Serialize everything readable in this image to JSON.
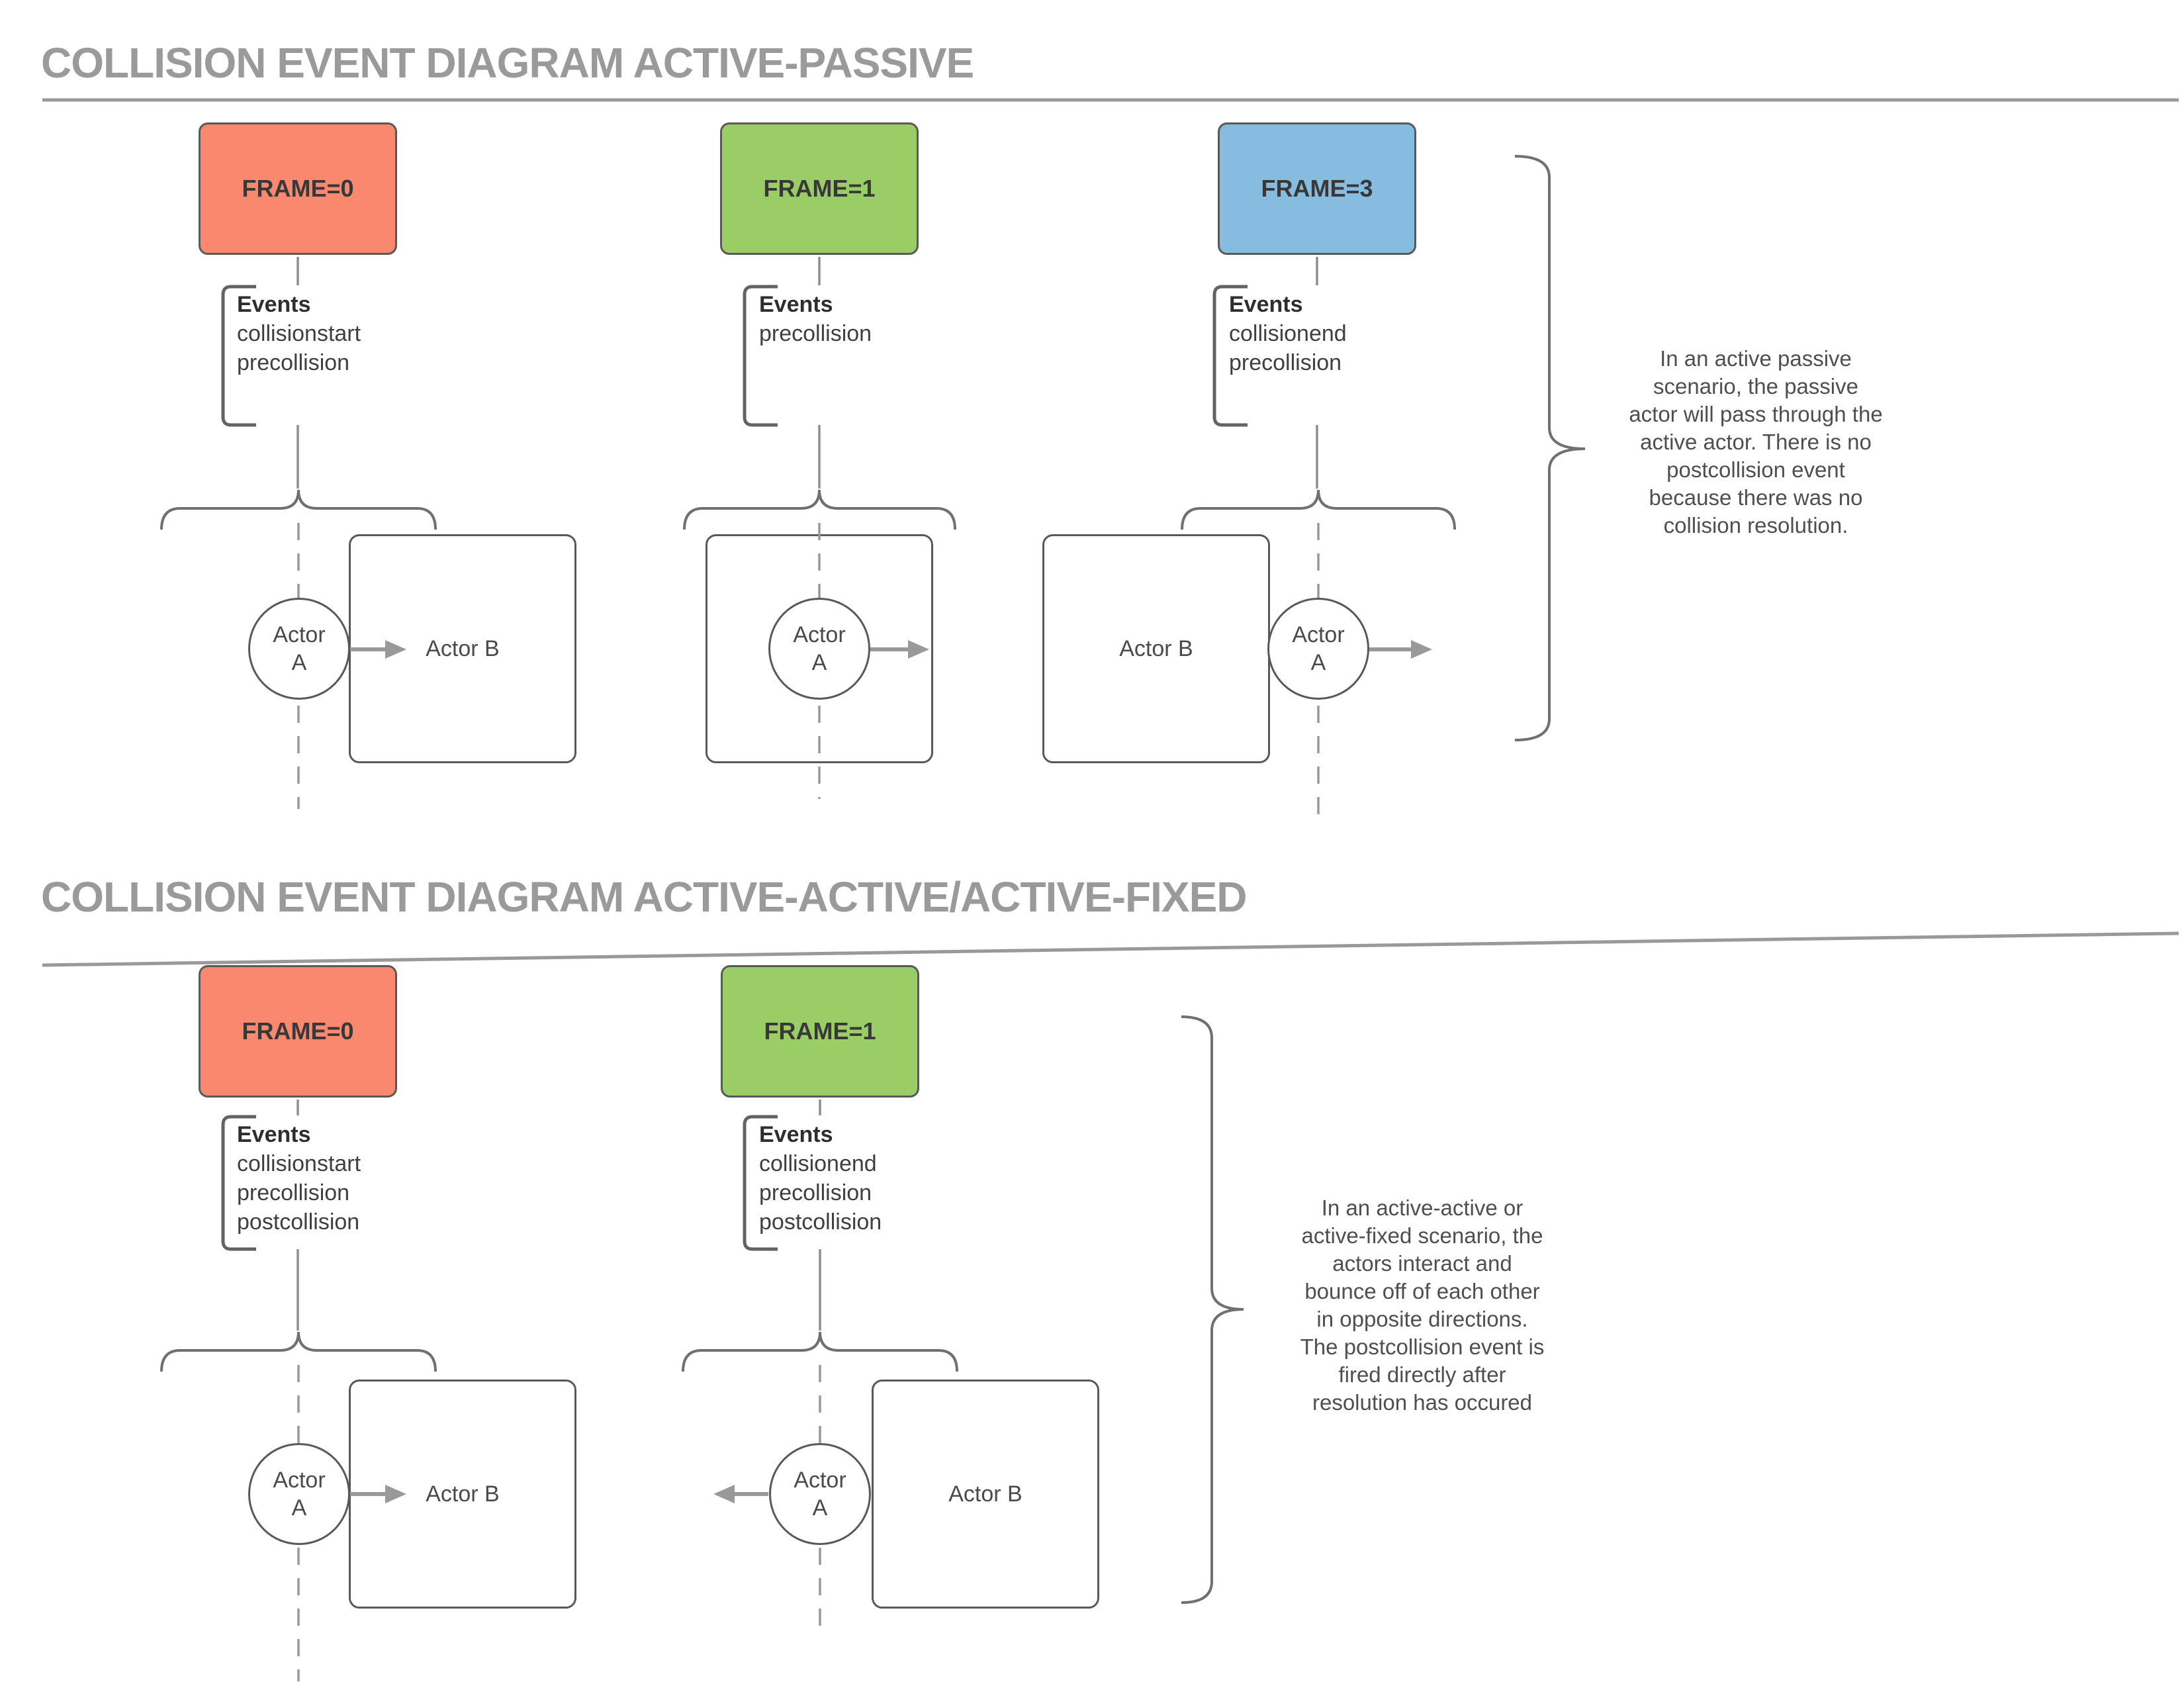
{
  "colors": {
    "frame_red": "#F9886F",
    "frame_green": "#9ACD66",
    "frame_blue": "#85BCE0",
    "node_stroke": "#595959",
    "line_gray": "#8F8F8F",
    "muted_gray": "#999999",
    "title_gray": "#9A9A9A"
  },
  "section1": {
    "title": "COLLISION EVENT DIAGRAM ACTIVE-PASSIVE",
    "columns": [
      {
        "frame": "FRAME=0",
        "events_title": "Events",
        "events": [
          "collisionstart",
          "precollision"
        ],
        "actor_a": "Actor A",
        "actor_b": "Actor B"
      },
      {
        "frame": "FRAME=1",
        "events_title": "Events",
        "events": [
          "precollision"
        ],
        "actor_a": "Actor A"
      },
      {
        "frame": "FRAME=3",
        "events_title": "Events",
        "events": [
          "collisionend",
          "precollision"
        ],
        "actor_a": "Actor A",
        "actor_b": "Actor B"
      }
    ],
    "note_lines": [
      "In an active passive",
      "scenario, the passive",
      "actor will pass through the",
      "active actor. There is no",
      "postcollision event",
      "because there was no",
      "collision resolution."
    ]
  },
  "section2": {
    "title": "COLLISION EVENT DIAGRAM ACTIVE-ACTIVE/ACTIVE-FIXED",
    "columns": [
      {
        "frame": "FRAME=0",
        "events_title": "Events",
        "events": [
          "collisionstart",
          "precollision",
          "postcollision"
        ],
        "actor_a": "Actor A",
        "actor_b": "Actor B"
      },
      {
        "frame": "FRAME=1",
        "events_title": "Events",
        "events": [
          "collisionend",
          "precollision",
          "postcollision"
        ],
        "actor_a": "Actor A",
        "actor_b": "Actor B"
      }
    ],
    "note_lines": [
      "In an active-active or",
      "active-fixed scenario, the",
      "actors interact and",
      "bounce off of each other",
      "in opposite directions.",
      "The postcollision event is",
      "fired directly after",
      "resolution has occured"
    ]
  }
}
